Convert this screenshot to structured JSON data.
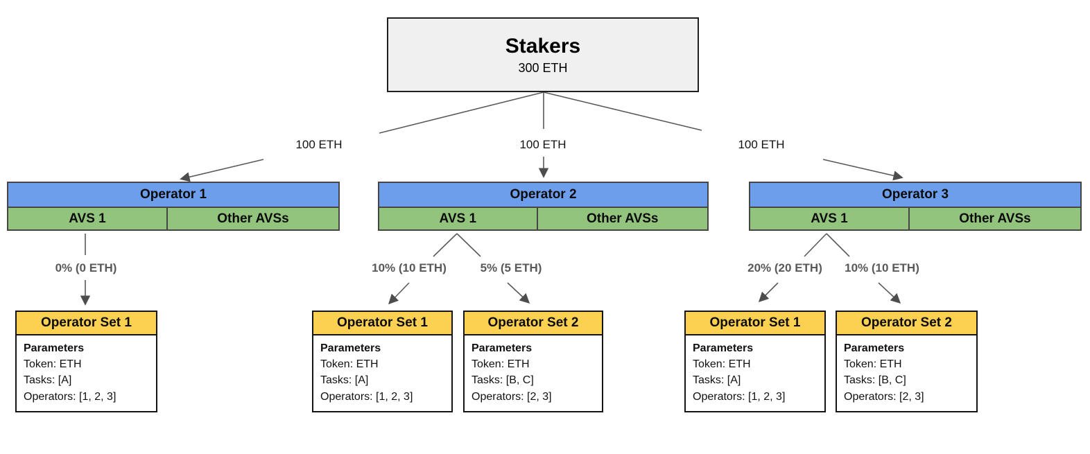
{
  "stakers": {
    "title": "Stakers",
    "amount": "300 ETH"
  },
  "stake_labels": {
    "to_operator_1": "100 ETH",
    "to_operator_2": "100 ETH",
    "to_operator_3": "100 ETH"
  },
  "operators": [
    {
      "name": "Operator 1",
      "avs": "AVS 1",
      "other_avs": "Other AVSs",
      "allocations": [
        "0% (0 ETH)"
      ],
      "sets": [
        {
          "title": "Operator Set 1",
          "params_heading": "Parameters",
          "token": "Token: ETH",
          "tasks": "Tasks: [A]",
          "operators": "Operators: [1, 2, 3]"
        }
      ]
    },
    {
      "name": "Operator 2",
      "avs": "AVS 1",
      "other_avs": "Other AVSs",
      "allocations": [
        "10% (10 ETH)",
        "5% (5 ETH)"
      ],
      "sets": [
        {
          "title": "Operator Set 1",
          "params_heading": "Parameters",
          "token": "Token: ETH",
          "tasks": "Tasks: [A]",
          "operators": "Operators: [1, 2, 3]"
        },
        {
          "title": "Operator Set 2",
          "params_heading": "Parameters",
          "token": "Token: ETH",
          "tasks": "Tasks: [B, C]",
          "operators": "Operators: [2, 3]"
        }
      ]
    },
    {
      "name": "Operator 3",
      "avs": "AVS 1",
      "other_avs": "Other AVSs",
      "allocations": [
        "20% (20 ETH)",
        "10% (10 ETH)"
      ],
      "sets": [
        {
          "title": "Operator Set 1",
          "params_heading": "Parameters",
          "token": "Token: ETH",
          "tasks": "Tasks: [A]",
          "operators": "Operators: [1, 2, 3]"
        },
        {
          "title": "Operator Set 2",
          "params_heading": "Parameters",
          "token": "Token: ETH",
          "tasks": "Tasks: [B, C]",
          "operators": "Operators: [2, 3]"
        }
      ]
    }
  ],
  "colors": {
    "operator_header": "#6d9eeb",
    "avs_cell": "#93c47d",
    "operator_set_header": "#fcd152",
    "stakers_box": "#f0f0f0",
    "connector": "#595959"
  }
}
